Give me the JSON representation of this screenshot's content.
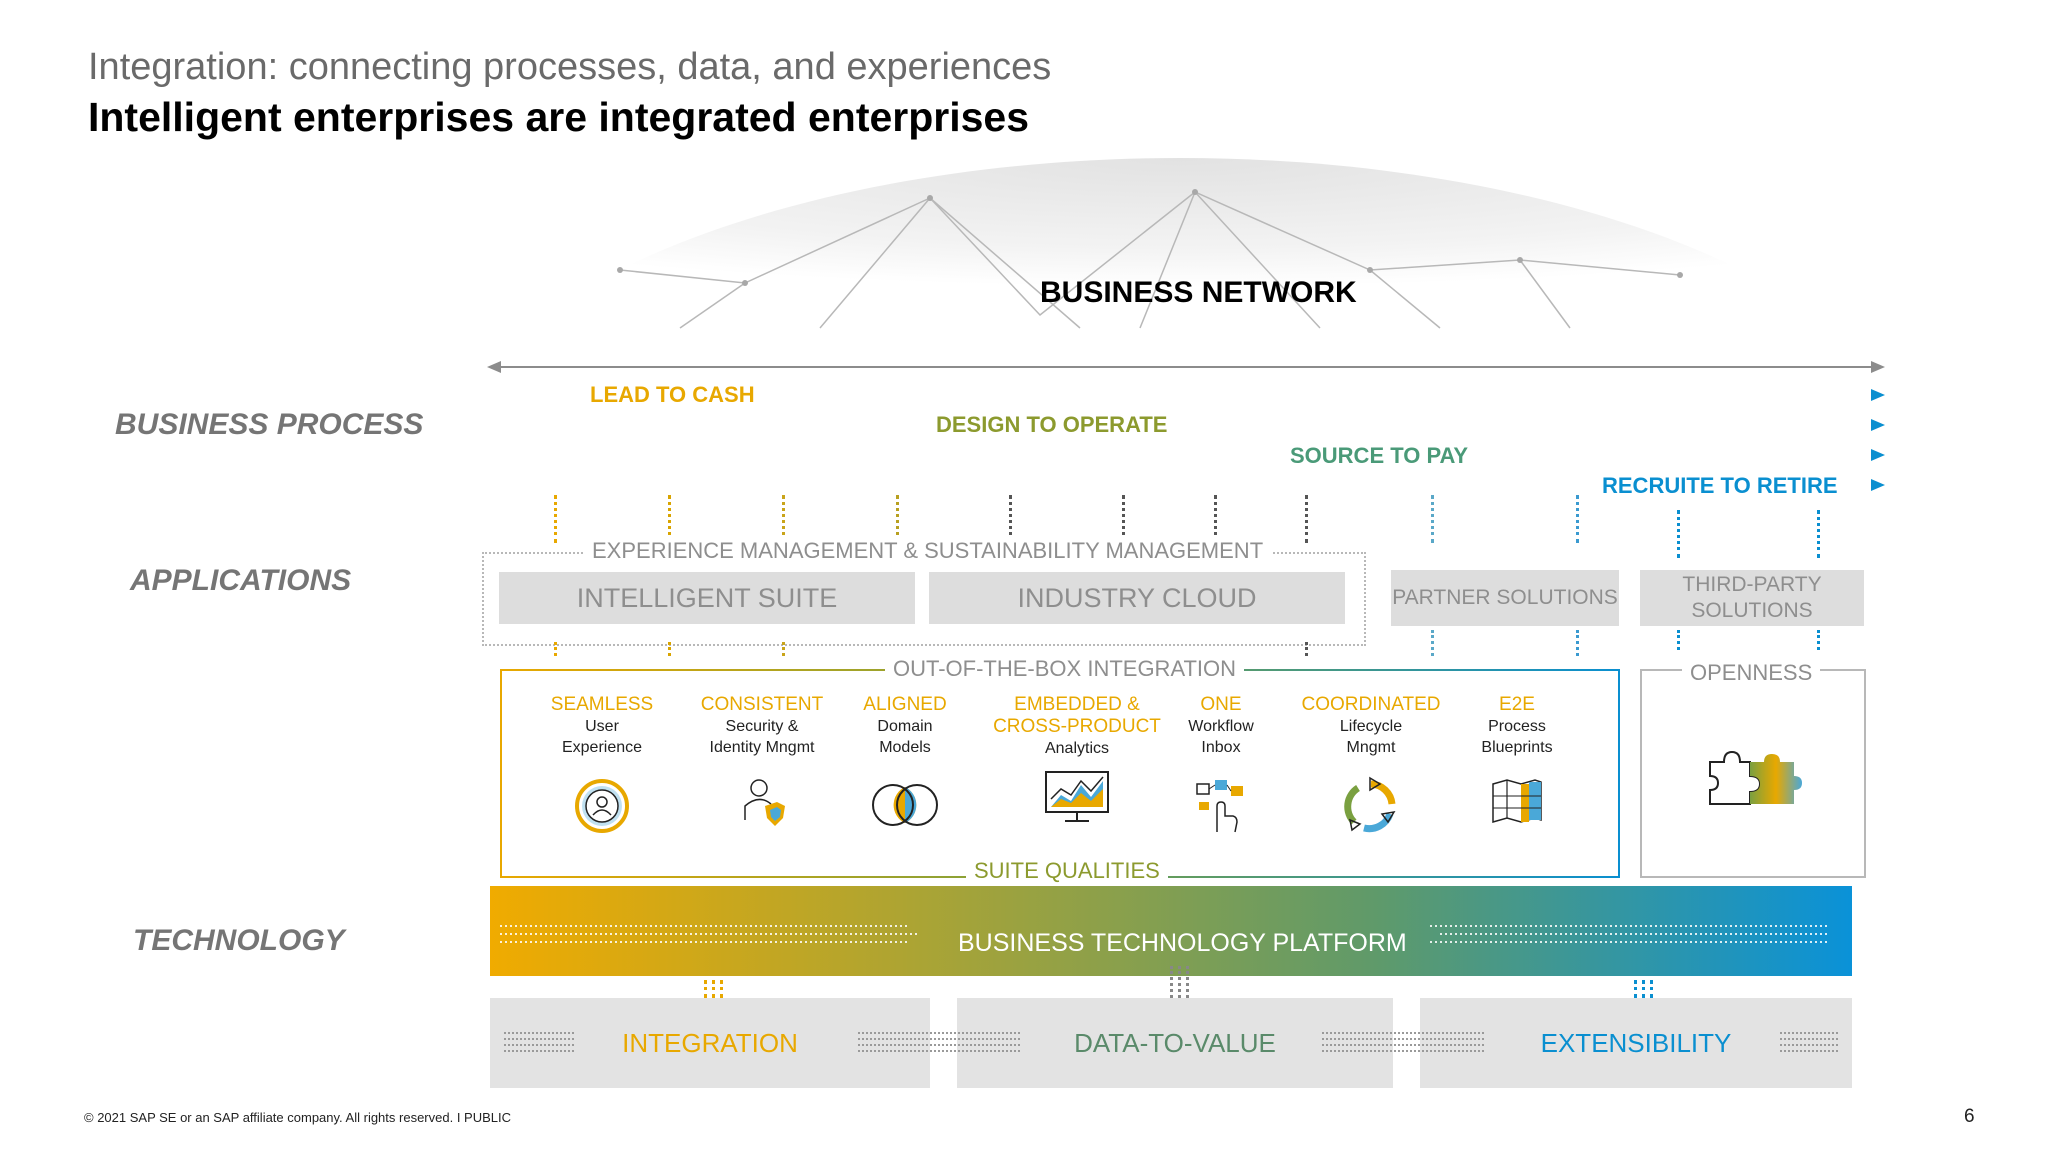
{
  "header": {
    "subtitle": "Integration: connecting processes, data, and experiences",
    "title": "Intelligent enterprises are integrated enterprises"
  },
  "network": {
    "label": "BUSINESS NETWORK"
  },
  "rows": {
    "business_process": "BUSINESS PROCESS",
    "applications": "APPLICATIONS",
    "technology": "TECHNOLOGY"
  },
  "processes": [
    {
      "label": "LEAD TO CASH",
      "color": "#e8a800"
    },
    {
      "label": "DESIGN TO OPERATE",
      "color": "#8c9a2e"
    },
    {
      "label": "SOURCE TO PAY",
      "color": "#4a9a78"
    },
    {
      "label": "RECRUITE TO RETIRE",
      "color": "#0a8fd0"
    }
  ],
  "applications": {
    "frame_title": "EXPERIENCE MANAGEMENT & SUSTAINABILITY MANAGEMENT",
    "intelligent_suite": "INTELLIGENT SUITE",
    "industry_cloud": "INDUSTRY CLOUD",
    "partner_solutions": "PARTNER SOLUTIONS",
    "third_party_solutions": "THIRD-PARTY SOLUTIONS"
  },
  "integration": {
    "frame_title": "OUT-OF-THE-BOX INTEGRATION",
    "bottom_title": "SUITE QUALITIES",
    "openness": "OPENNESS",
    "qualities": [
      {
        "title": "SEAMLESS",
        "desc1": "User",
        "desc2": "Experience",
        "icon": "user-circle-icon"
      },
      {
        "title": "CONSISTENT",
        "desc1": "Security &",
        "desc2": "Identity  Mngmt",
        "icon": "user-shield-icon"
      },
      {
        "title": "ALIGNED",
        "desc1": "Domain",
        "desc2": "Models",
        "icon": "venn-icon"
      },
      {
        "title": "EMBEDDED &",
        "title2": "CROSS-PRODUCT",
        "desc1": "Analytics",
        "desc2": "",
        "icon": "analytics-monitor-icon"
      },
      {
        "title": "ONE",
        "desc1": "Workflow",
        "desc2": "Inbox",
        "icon": "workflow-touch-icon"
      },
      {
        "title": "COORDINATED",
        "desc1": "Lifecycle",
        "desc2": "Mngmt",
        "icon": "lifecycle-cycle-icon"
      },
      {
        "title": "E2E",
        "desc1": "Process",
        "desc2": "Blueprints",
        "icon": "blueprint-map-icon"
      }
    ]
  },
  "technology": {
    "platform": "BUSINESS TECHNOLOGY PLATFORM",
    "pillars": [
      {
        "label": "INTEGRATION",
        "color": "#e8a800"
      },
      {
        "label": "DATA-TO-VALUE",
        "color": "#5a8a6a"
      },
      {
        "label": "EXTENSIBILITY",
        "color": "#0a8fd0"
      }
    ]
  },
  "footer": {
    "copyright": "© 2021 SAP SE or an SAP affiliate company. All rights reserved.  I   PUBLIC",
    "page": "6"
  }
}
